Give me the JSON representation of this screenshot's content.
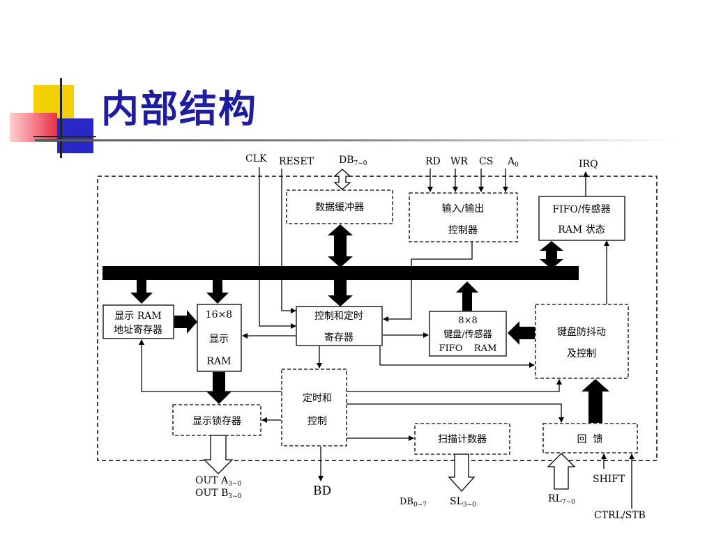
{
  "slide": {
    "title": "内部结构"
  },
  "diagram": {
    "inputs": {
      "clk": "CLK",
      "reset": "RESET",
      "db": "DB",
      "db_sub": "7~0",
      "rd": "RD",
      "wr": "WR",
      "cs": "CS",
      "a0": "A",
      "a0_sub": "0",
      "irq": "IRQ"
    },
    "blocks": {
      "data_buffer": "数据缓冲器",
      "io_control_1": "输入/输出",
      "io_control_2": "控制器",
      "fifo_status_1": "FIFO/传感器",
      "fifo_status_2": "RAM 状态",
      "display_addr_1": "显示 RAM",
      "display_addr_2": "地址寄存器",
      "display_ram_1": "16×8",
      "display_ram_2": "显示",
      "display_ram_3": "RAM",
      "control_timing_1": "控制和定时",
      "control_timing_2": "寄存器",
      "fifo_ram_1": "8×8",
      "fifo_ram_2": "键盘/传感器",
      "fifo_ram_3": "FIFO    RAM",
      "debounce_1": "键盘防抖动",
      "debounce_2": "及控制",
      "timing_control_1": "定时和",
      "timing_control_2": "控制",
      "display_latch": "显示锁存器",
      "scan_counter": "扫描计数器",
      "feedback": "回  馈"
    },
    "outputs": {
      "out_a": "OUT A",
      "out_a_sub": "3~0",
      "out_b": "OUT B",
      "out_b_sub": "3~0",
      "bd": "BD",
      "db_out": "DB",
      "db_out_sub": "0~7",
      "sl": "SL",
      "sl_sub": "3~0",
      "rl": "RL",
      "rl_sub": "7~0",
      "shift": "SHIFT",
      "ctrl_stb": "CTRL/STB"
    }
  }
}
